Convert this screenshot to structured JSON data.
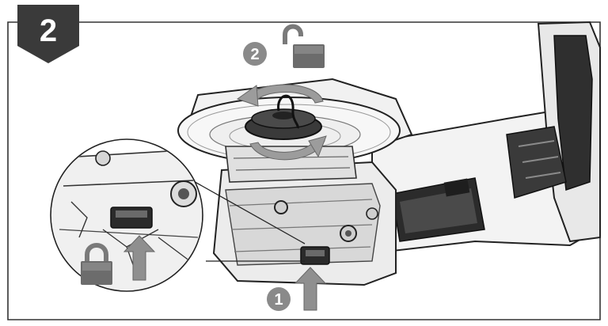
{
  "step_badge": {
    "label": "2"
  },
  "callouts": {
    "press": {
      "label": "1"
    },
    "turn": {
      "label": "2"
    }
  },
  "icons": {
    "open_lock": "padlock-unlocked-icon",
    "closed_lock": "padlock-locked-icon",
    "press_arrow": "up-arrow-icon",
    "rotate_arrow": "rotate-arrow-icon"
  },
  "colors": {
    "frame": "#333333",
    "badge": "#3a3a3a",
    "callout_circle": "#8a8a8a",
    "tool_dark": "#2b2b2b",
    "tool_mid": "#9a9a9a",
    "tool_light": "#e6e6e6"
  }
}
